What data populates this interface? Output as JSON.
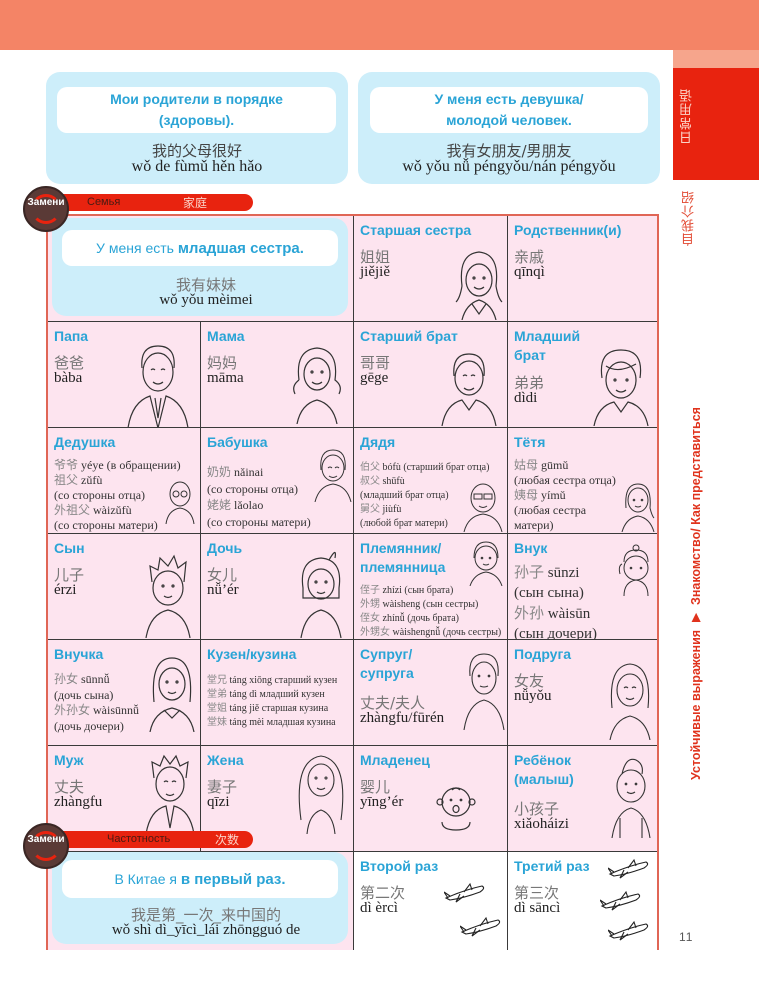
{
  "header": {
    "band_color": "#f48466"
  },
  "side_tab": {
    "chapter_cn": "日常用语",
    "section_cn": "自我介绍",
    "breadcrumb_part1": "Устойчивые выражения",
    "breadcrumb_arrow": "▶",
    "breadcrumb_part2": "Знакомство/ Как представиться",
    "accent": "#e8230f"
  },
  "phrases": [
    {
      "ru_line1": "Мои родители в порядке",
      "ru_line2": "(здоровы).",
      "cn": "我的父母很好",
      "pinyin": "wǒ de fùmǔ hěn hǎo"
    },
    {
      "ru_line1": "У меня есть девушка/",
      "ru_line2": "молодой человек.",
      "cn": "我有女朋友/男朋友",
      "pinyin": "wǒ yǒu nǚ péngyǒu/nán péngyǒu"
    }
  ],
  "family_section": {
    "badge": "Замени",
    "label_ru": "Семья",
    "label_cn": "家庭",
    "example_prefix": "У меня есть ",
    "example_bold": "младшая сестра.",
    "example_cn": "我有妹妹",
    "example_pinyin": "wǒ yǒu mèimei"
  },
  "cells": {
    "older_sister": {
      "title": "Старшая сестра",
      "cn": "姐姐",
      "py": "jiějiě"
    },
    "relatives": {
      "title": "Родственник(и)",
      "cn": "亲戚",
      "py": "qīnqì"
    },
    "dad": {
      "title": "Папа",
      "cn": "爸爸",
      "py": "bàba"
    },
    "mom": {
      "title": "Мама",
      "cn": "妈妈",
      "py": "māma"
    },
    "older_brother": {
      "title": "Старший брат",
      "cn": "哥哥",
      "py": "gēge"
    },
    "younger_brother": {
      "title1": "Младший",
      "title2": "брат",
      "cn": "弟弟",
      "py": "dìdi"
    },
    "grandfather": {
      "title": "Дедушка",
      "lines": [
        {
          "h": "爷爷",
          "t": " yéye (в обращении)"
        },
        {
          "h": "祖父",
          "t": " zǔfù"
        },
        {
          "h": "",
          "t": "(со стороны отца)"
        },
        {
          "h": "外祖父",
          "t": " wàizǔfù"
        },
        {
          "h": "",
          "t": "(со стороны матери)"
        }
      ]
    },
    "grandmother": {
      "title": "Бабушка",
      "lines": [
        {
          "h": "奶奶",
          "t": " nǎinai"
        },
        {
          "h": "",
          "t": "(со стороны отца)"
        },
        {
          "h": "姥姥",
          "t": " lǎolao"
        },
        {
          "h": "",
          "t": "(со стороны матери)"
        }
      ]
    },
    "uncle": {
      "title": "Дядя",
      "lines": [
        {
          "h": "伯父",
          "t": " bófù (старший брат отца)"
        },
        {
          "h": "叔父",
          "t": " shūfù"
        },
        {
          "h": "",
          "t": "(младший брат отца)"
        },
        {
          "h": "舅父",
          "t": " jiùfù"
        },
        {
          "h": "",
          "t": "(любой брат матери)"
        }
      ]
    },
    "aunt": {
      "title": "Тётя",
      "lines": [
        {
          "h": "姑母",
          "t": " gūmǔ"
        },
        {
          "h": "",
          "t": "(любая сестра отца)"
        },
        {
          "h": "姨母",
          "t": " yímǔ"
        },
        {
          "h": "",
          "t": "(любая сестра"
        },
        {
          "h": "",
          "t": "матери)"
        }
      ]
    },
    "son": {
      "title": "Сын",
      "cn": "儿子",
      "py": "érzi"
    },
    "daughter": {
      "title": "Дочь",
      "cn": "女儿",
      "py": "nǚ’ér"
    },
    "nephew": {
      "title1": "Племянник/",
      "title2": "племянница",
      "lines": [
        {
          "h": "侄子",
          "t": " zhízi (сын брата)"
        },
        {
          "h": "外甥",
          "t": " wàisheng (сын сестры)"
        },
        {
          "h": "侄女",
          "t": " zhínǚ (дочь брата)"
        },
        {
          "h": "外甥女",
          "t": " wàishengnǚ (дочь сестры)"
        }
      ]
    },
    "grandson": {
      "title": "Внук",
      "lines": [
        {
          "h": "孙子",
          "t": " sūnzi"
        },
        {
          "h": "",
          "t": "(сын сына)"
        },
        {
          "h": "外孙",
          "t": " wàisūn"
        },
        {
          "h": "",
          "t": "(сын дочери)"
        }
      ]
    },
    "granddaughter": {
      "title": "Внучка",
      "lines": [
        {
          "h": "孙女",
          "t": " sūnnǚ"
        },
        {
          "h": "",
          "t": "(дочь сына)"
        },
        {
          "h": "外孙女",
          "t": " wàisūnnǚ"
        },
        {
          "h": "",
          "t": "(дочь дочери)"
        }
      ]
    },
    "cousin": {
      "title": "Кузен/кузина",
      "lines": [
        {
          "h": "堂兄",
          "t": " táng xiōng старший кузен"
        },
        {
          "h": "堂弟",
          "t": " táng dì младший кузен"
        },
        {
          "h": "堂姐",
          "t": " táng jiě старшая кузина"
        },
        {
          "h": "堂妹",
          "t": " táng mèi младшая кузина"
        }
      ]
    },
    "spouse": {
      "title1": "Супруг/",
      "title2": "супруга",
      "cn": "丈夫/夫人",
      "py": "zhàngfu/fūrén"
    },
    "girlfriend": {
      "title": "Подруга",
      "cn": "女友",
      "py": "nǚyǒu"
    },
    "husband": {
      "title": "Муж",
      "cn": "丈夫",
      "py": "zhàngfu"
    },
    "wife": {
      "title": "Жена",
      "cn": "妻子",
      "py": "qīzi"
    },
    "baby": {
      "title": "Младенец",
      "cn": "婴儿",
      "py": "yīng’ér"
    },
    "child": {
      "title1": "Ребёнок",
      "title2": "(малыш)",
      "cn": "小孩子",
      "py": "xiǎoháizi"
    },
    "second_time": {
      "title": "Второй раз",
      "cn": "第二次",
      "py": "dì èrcì"
    },
    "third_time": {
      "title": "Третий раз",
      "cn": "第三次",
      "py": "dì sāncì"
    }
  },
  "frequency_section": {
    "badge": "Замени",
    "label_ru": "Частотность",
    "label_cn": "次数",
    "example_prefix": "В Китае я ",
    "example_bold": "в первый раз.",
    "example_cn": "我是第_一次_来中国的",
    "example_pinyin": "wǒ shì dì_yīcì_lái zhōngguó de"
  },
  "page_number": "11"
}
